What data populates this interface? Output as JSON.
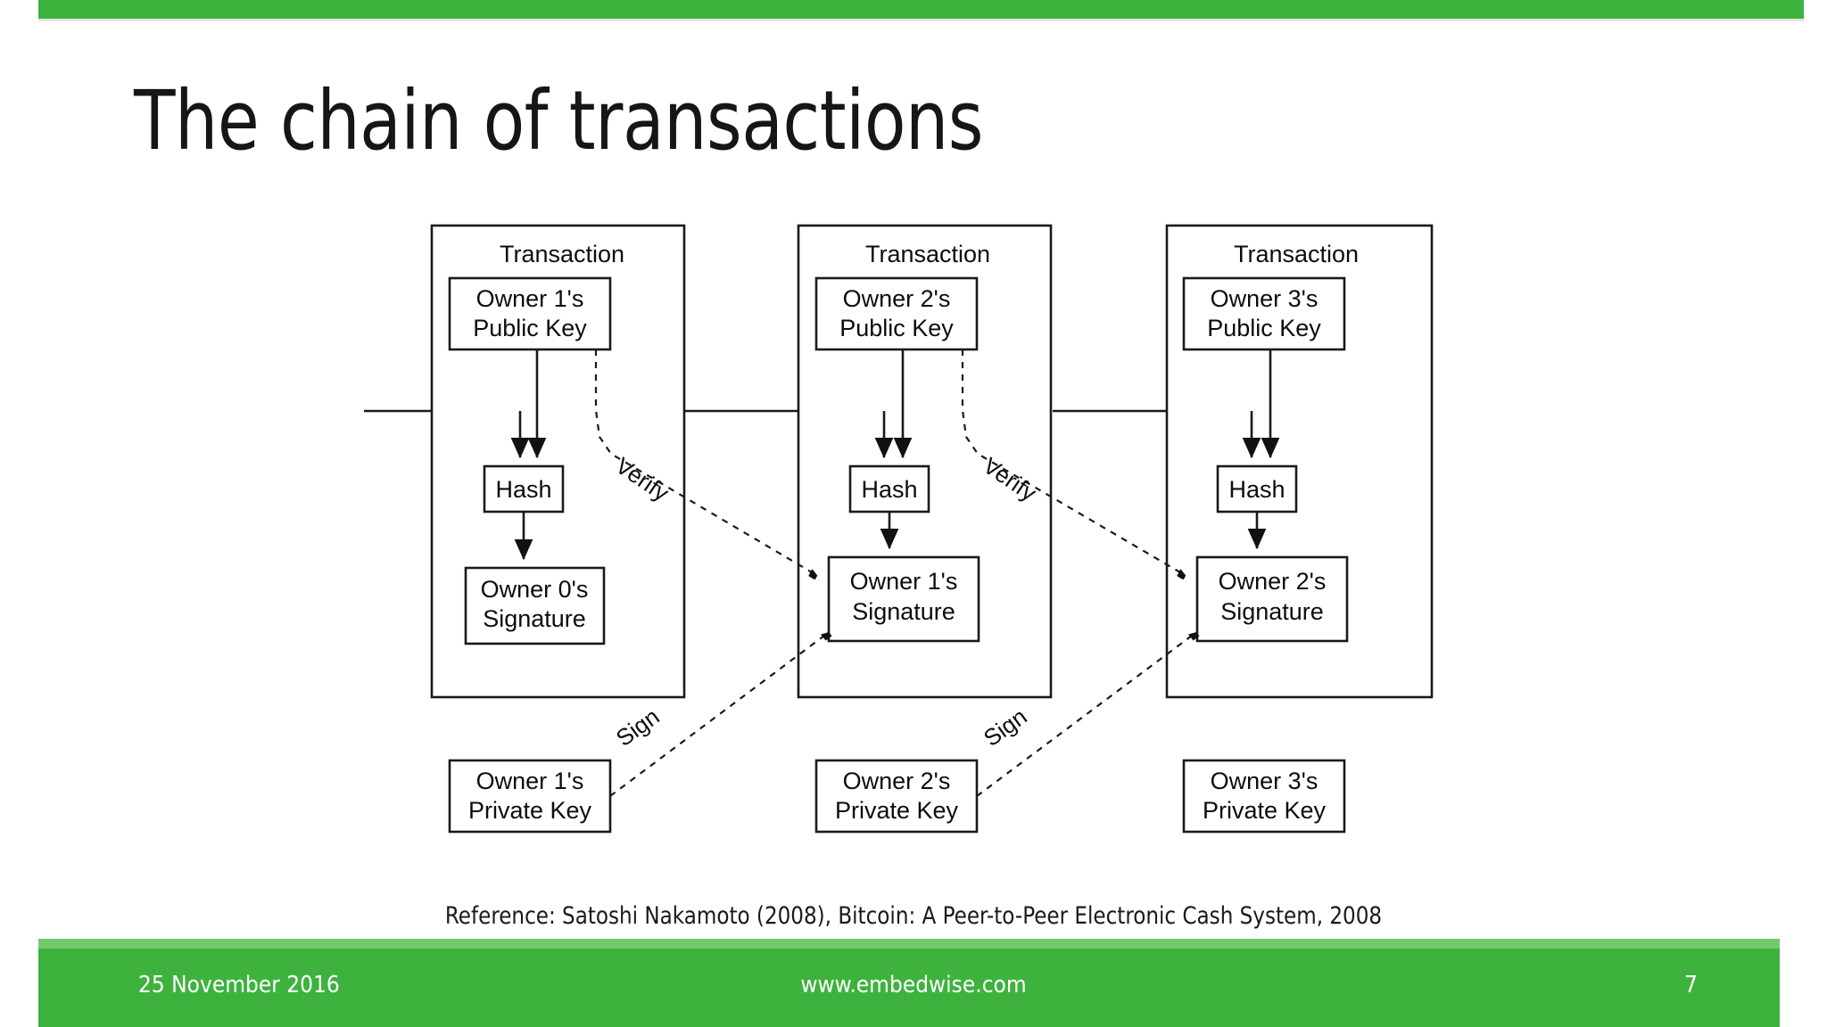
{
  "slide": {
    "title": "The chain of transactions",
    "accent_color": "#3db33e",
    "accent_light_color": "#74c96e",
    "background_color": "#ffffff",
    "reference": "Reference: Satoshi Nakamoto (2008), Bitcoin: A Peer-to-Peer Electronic Cash System, 2008"
  },
  "footer": {
    "date": "25 November 2016",
    "website": "www.embedwise.com",
    "page_number": "7"
  },
  "diagram": {
    "title": "Bitcoin chain of transactions",
    "transactions": [
      {
        "header": "Transaction",
        "public_key": "Owner 1's\nPublic Key",
        "public_key_line1": "Owner 1's",
        "public_key_line2": "Public Key",
        "hash": "Hash",
        "signature_line1": "Owner 0's",
        "signature_line2": "Signature",
        "private_key_line1": "Owner 1's",
        "private_key_line2": "Private Key"
      },
      {
        "header": "Transaction",
        "public_key_line1": "Owner 2's",
        "public_key_line2": "Public Key",
        "hash": "Hash",
        "signature_line1": "Owner 1's",
        "signature_line2": "Signature",
        "private_key_line1": "Owner 2's",
        "private_key_line2": "Private Key"
      },
      {
        "header": "Transaction",
        "public_key_line1": "Owner 3's",
        "public_key_line2": "Public Key",
        "hash": "Hash",
        "signature_line1": "Owner 2's",
        "signature_line2": "Signature",
        "private_key_line1": "Owner 3's",
        "private_key_line2": "Private Key"
      }
    ],
    "edge_labels": {
      "verify_1": "Verify",
      "verify_2": "Verify",
      "sign_1": "Sign",
      "sign_2": "Sign"
    },
    "stroke_color": "#1a1a1a"
  }
}
